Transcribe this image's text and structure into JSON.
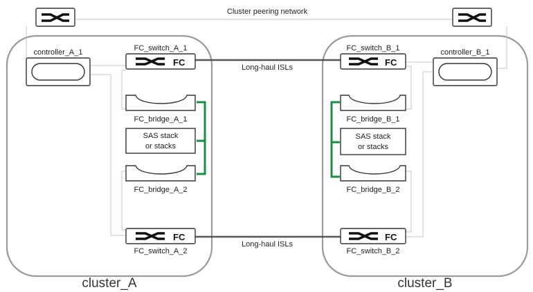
{
  "title": "Cluster peering network",
  "isl_label": "Long-haul ISLs",
  "fc_text": "FC",
  "colors": {
    "sas_link": "#1e8c46",
    "frame": "#9a9a9a",
    "wire": "#c4c4c4"
  },
  "cluster_a": {
    "name": "cluster_A",
    "controller": "controller_A_1",
    "switch_1": "FC_switch_A_1",
    "switch_2": "FC_switch_A_2",
    "bridge_1": "FC_bridge_A_1",
    "bridge_2": "FC_bridge_A_2",
    "stack_line1": "SAS stack",
    "stack_line2": "or stacks"
  },
  "cluster_b": {
    "name": "cluster_B",
    "controller": "controller_B_1",
    "switch_1": "FC_switch_B_1",
    "switch_2": "FC_switch_B_2",
    "bridge_1": "FC_bridge_B_1",
    "bridge_2": "FC_bridge_B_2",
    "stack_line1": "SAS stack",
    "stack_line2": "or stacks"
  },
  "icons": {
    "switch": "switch-arrows-icon",
    "controller": "controller-oval-icon",
    "bridge": "bridge-curve-icon"
  }
}
